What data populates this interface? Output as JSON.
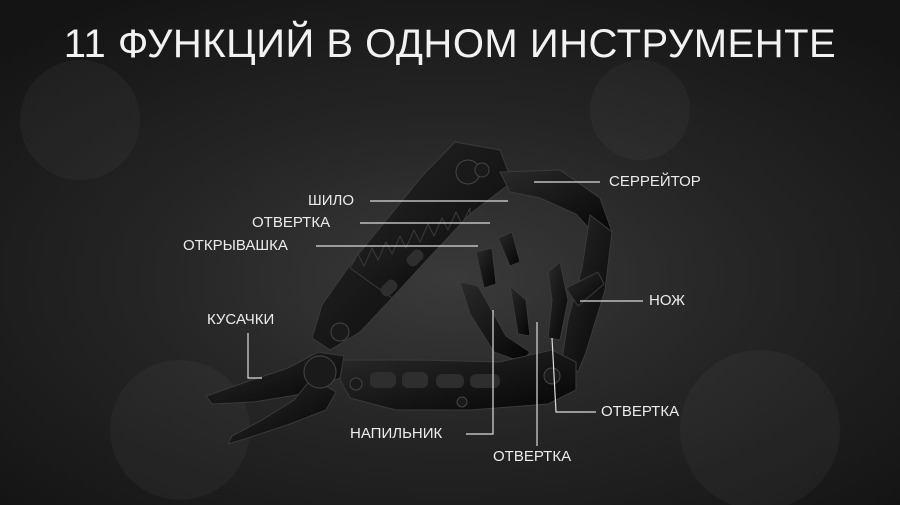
{
  "title": "11 ФУНКЦИЙ В ОДНОМ ИНСТРУМЕНТЕ",
  "colors": {
    "text": "#ececec",
    "tool": "#0c0c0c",
    "leader_line": "#dcdcdc"
  },
  "icons": [
    "multitool-image"
  ],
  "labels": {
    "shilo": "ШИЛО",
    "otvertka_upper": "ОТВЕРТКА",
    "otkryvashka": "ОТКРЫВАШКА",
    "kusachki": "КУСАЧКИ",
    "napilnik": "НАПИЛЬНИК",
    "otvertka_bottom": "ОТВЕРТКА",
    "serreytor": "СЕРРЕЙТОР",
    "nozh": "НОЖ",
    "otvertka_right": "ОТВЕРТКА"
  }
}
